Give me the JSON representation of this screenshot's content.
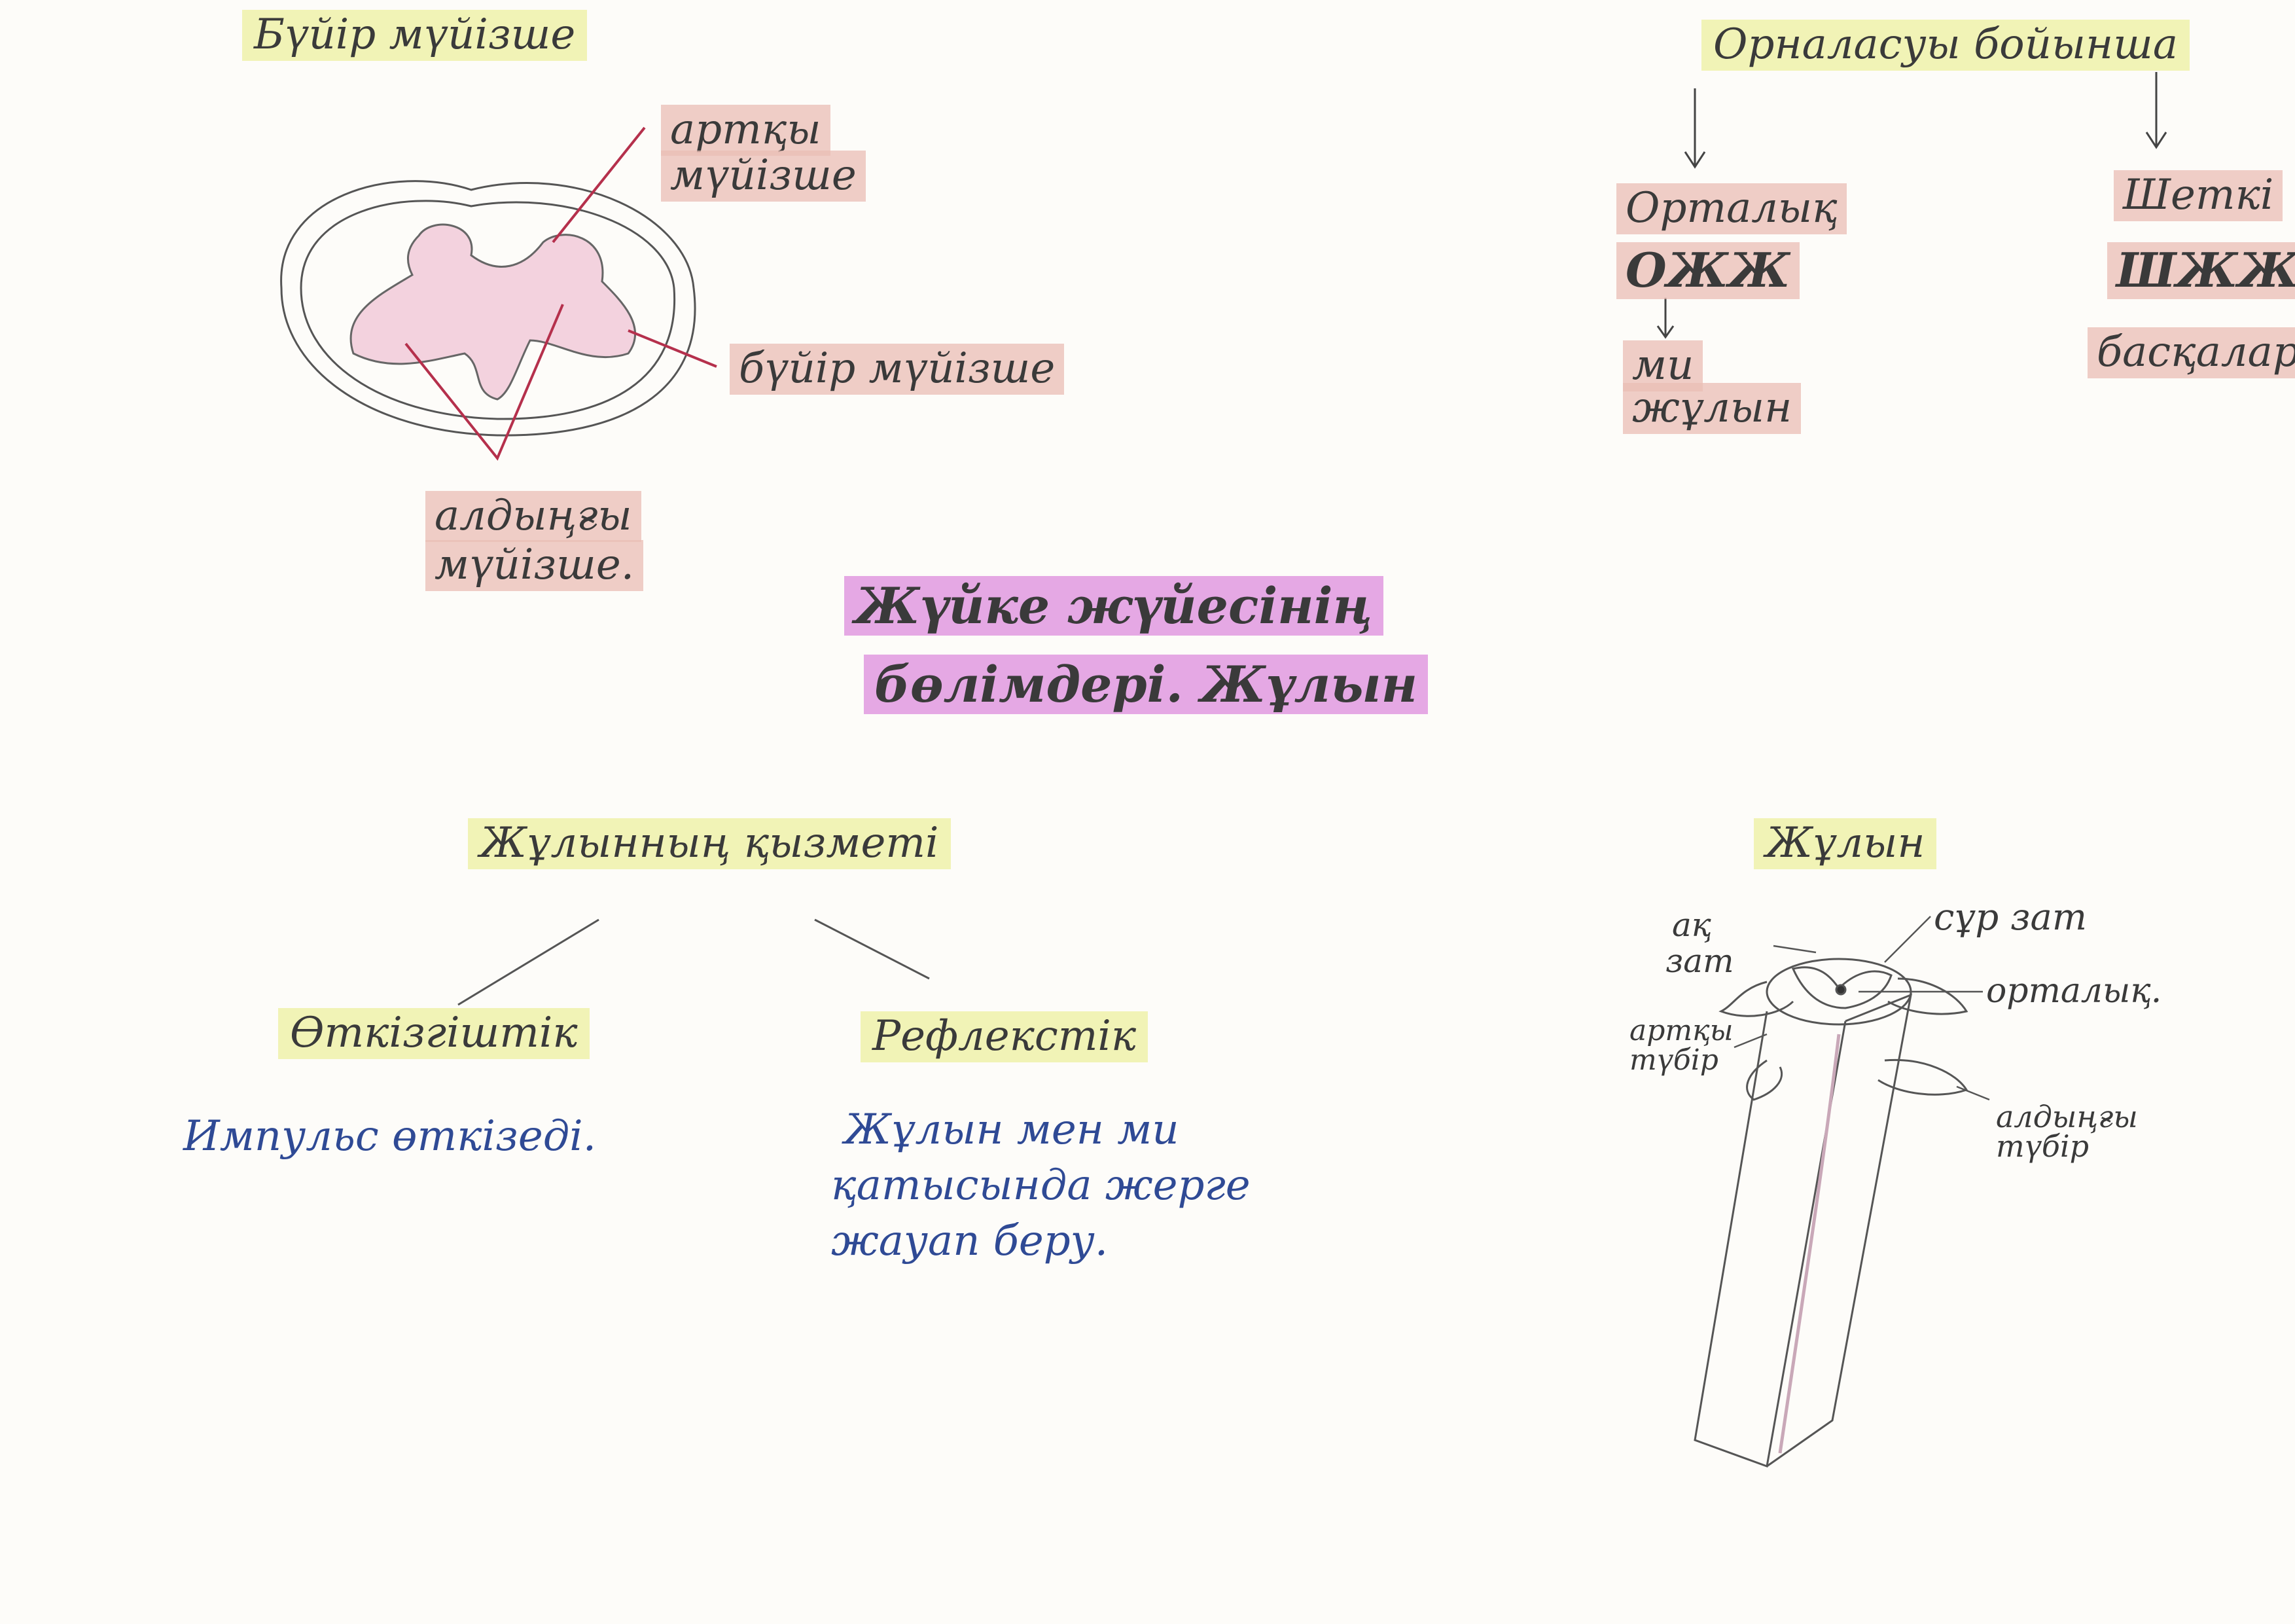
{
  "title": {
    "line1": "Жүйке жүйесінің",
    "line2": "бөлімдері. Жұлын"
  },
  "cross_section": {
    "heading": "Бүйір мүйізше",
    "posterior_horn": [
      "артқы",
      "мүйізше"
    ],
    "lateral_horn": "бүйір мүйізше",
    "anterior_horn": [
      "алдыңғы",
      "мүйізше."
    ]
  },
  "classification": {
    "heading": "Орналасуы бойынша",
    "central": {
      "label": "Орталық",
      "abbr": "ОЖЖ",
      "sub": [
        "ми",
        "жұлын"
      ]
    },
    "peripheral": {
      "label": "Шеткі",
      "abbr": "ШЖЖ",
      "sub": "басқалары."
    }
  },
  "functions": {
    "heading": "Жұлынның қызметі",
    "conductive": {
      "label": "Өткізгіштік",
      "desc": "Импульс өткізеді."
    },
    "reflex": {
      "label": "Рефлекстік",
      "desc": [
        "Жұлын мен ми",
        "қатысында жерге",
        "жауап беру."
      ]
    }
  },
  "spinal_cord": {
    "heading": "Жұлын",
    "white_matter": [
      "ақ",
      "зат"
    ],
    "grey_matter": "сұр зат",
    "central": "орталық.",
    "posterior_root": [
      "артқы",
      "түбір"
    ],
    "anterior_root": [
      "алдыңғы",
      "түбір"
    ]
  }
}
